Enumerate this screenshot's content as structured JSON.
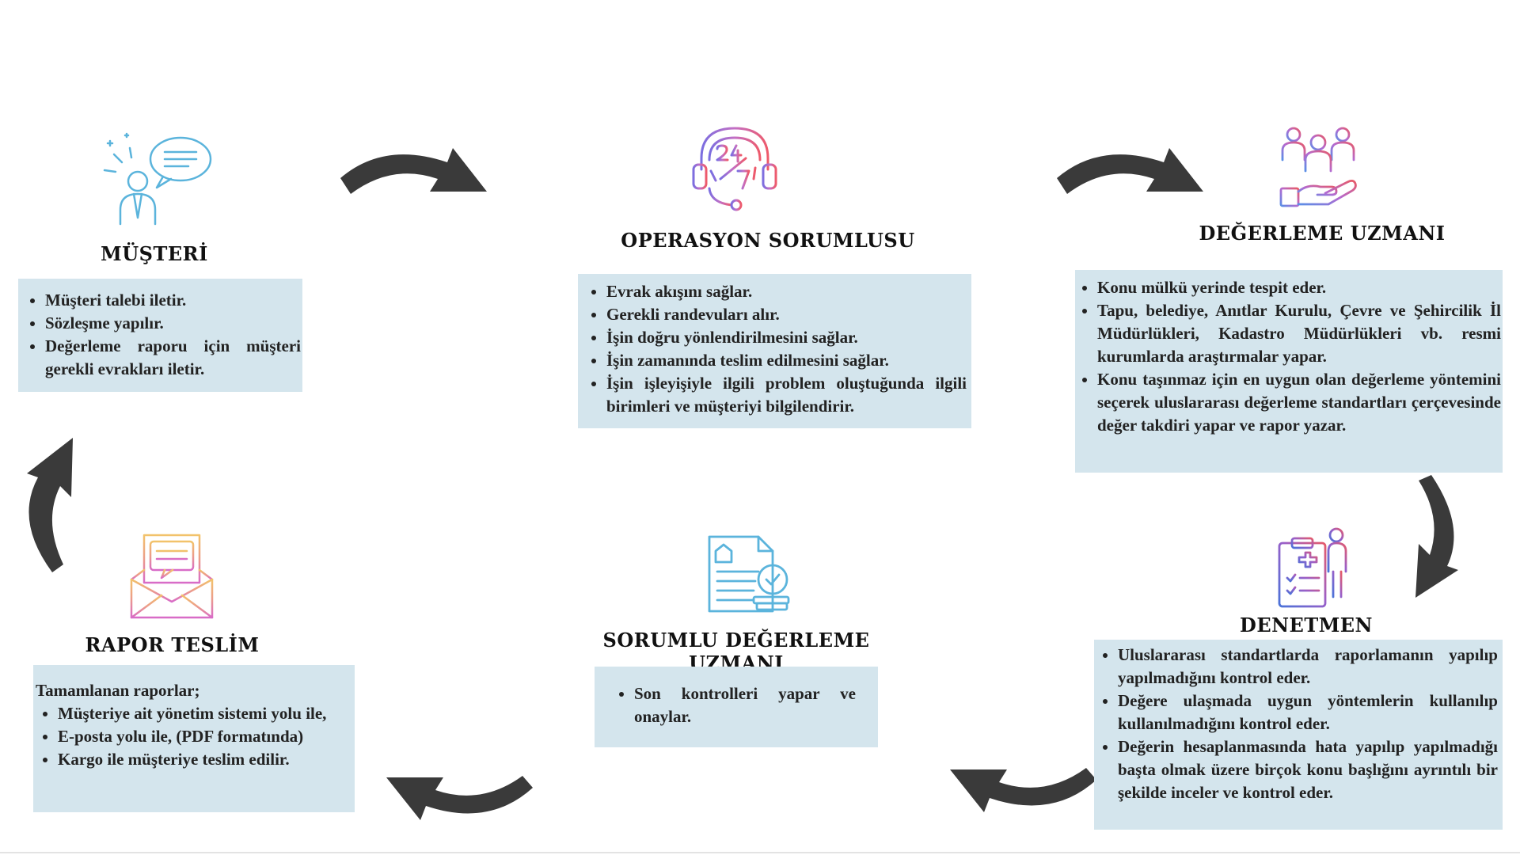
{
  "nodes": {
    "musteri": {
      "title": "MÜŞTERİ",
      "items": [
        "Müşteri talebi iletir.",
        "Sözleşme yapılır.",
        "Değerleme raporu için müşteri gerekli evrakları iletir."
      ]
    },
    "operasyon": {
      "title": "OPERASYON SORUMLUSU",
      "items": [
        "Evrak akışını sağlar.",
        "Gerekli randevuları alır.",
        "İşin doğru yönlendirilmesini sağlar.",
        "İşin zamanında teslim edilmesini sağlar.",
        "İşin işleyişiyle ilgili problem oluştuğunda ilgili birimleri ve müşteriyi bilgilendirir."
      ]
    },
    "degerleme": {
      "title": "DEĞERLEME UZMANI",
      "items": [
        "Konu mülkü yerinde tespit eder.",
        "Tapu, belediye, Anıtlar Kurulu, Çevre ve Şehircilik İl Müdürlükleri, Kadastro Müdürlükleri vb. resmi kurumlarda araştırmalar yapar.",
        "Konu taşınmaz için en uygun olan değerleme yöntemini seçerek uluslararası değerleme standartları çerçevesinde değer takdiri yapar ve rapor yazar."
      ]
    },
    "denetmen": {
      "title": "DENETMEN",
      "items": [
        "Uluslararası standartlarda raporlamanın yapılıp yapılmadığını kontrol eder.",
        "Değere ulaşmada uygun yöntemlerin kullanılıp kullanılmadığını kontrol eder.",
        "Değerin hesaplanmasında hata yapılıp yapılmadığı başta olmak üzere birçok konu başlığını ayrıntılı bir şekilde inceler ve kontrol eder."
      ]
    },
    "sorumlu": {
      "title": "SORUMLU DEĞERLEME UZMANI",
      "items": [
        "Son kontrolleri yapar ve onaylar."
      ]
    },
    "rapor": {
      "title": "RAPOR TESLİM",
      "intro": "Tamamlanan raporlar;",
      "items": [
        "Müşteriye ait yönetim sistemi yolu ile,",
        "E-posta yolu ile, (PDF formatında)",
        "Kargo ile  müşteriye teslim edilir."
      ]
    }
  },
  "icons": {
    "musteri": "customer-speech-icon",
    "operasyon": "headset-24-7-icon",
    "degerleme": "team-hand-icon",
    "denetmen": "clipboard-inspector-icon",
    "sorumlu": "document-approve-icon",
    "rapor": "envelope-message-icon"
  },
  "colors": {
    "box_fill": "#d4e5ed",
    "arrow": "#3a3a3a",
    "icon_blue": "#5bb4dc"
  }
}
